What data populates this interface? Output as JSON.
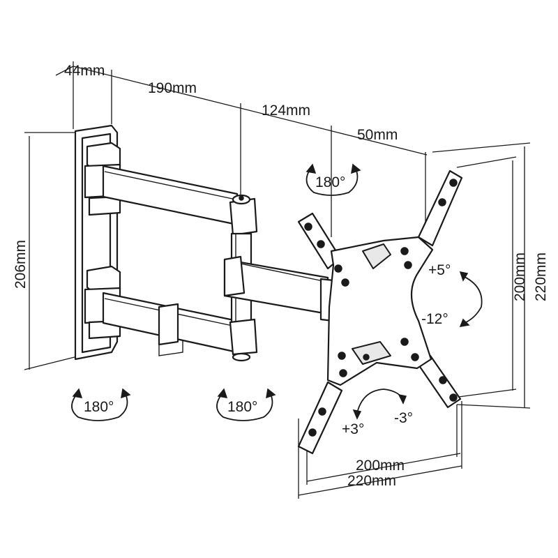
{
  "dimensions": {
    "plate_depth": "44mm",
    "arm_1": "190mm",
    "arm_2": "124mm",
    "arm_3": "50mm",
    "plate_height": "206mm",
    "vesa_v_inner": "200mm",
    "vesa_v_outer": "220mm",
    "vesa_h_inner": "200mm",
    "vesa_h_outer": "220mm"
  },
  "rotations": {
    "wall_swivel": "180°",
    "mid_swivel": "180°",
    "head_swivel": "180°",
    "tilt_up": "+5°",
    "tilt_down": "-12°",
    "level_plus": "+3°",
    "level_minus": "-3°"
  }
}
